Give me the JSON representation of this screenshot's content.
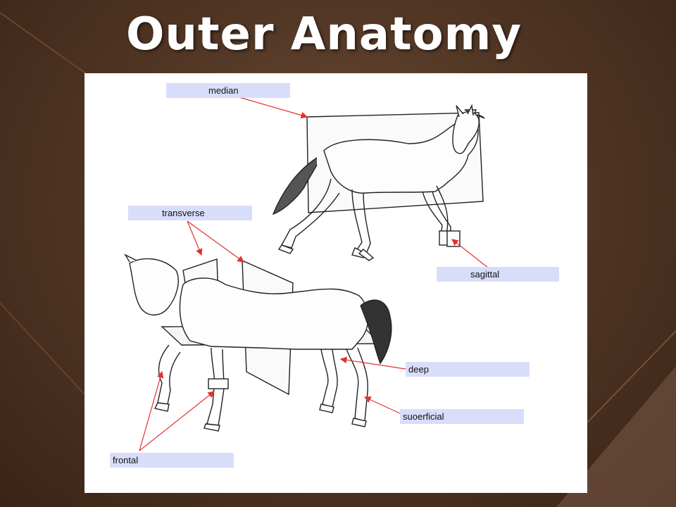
{
  "slide": {
    "title": "Outer Anatomy"
  },
  "diagram": {
    "labels": {
      "median": "median",
      "transverse": "transverse",
      "sagittal": "sagittal",
      "deep": "deep",
      "superficial": "suoerficial",
      "frontal": "frontal"
    },
    "colors": {
      "label_fill": "#d8defa",
      "arrow": "#e53030",
      "background": "#4e3322"
    }
  }
}
